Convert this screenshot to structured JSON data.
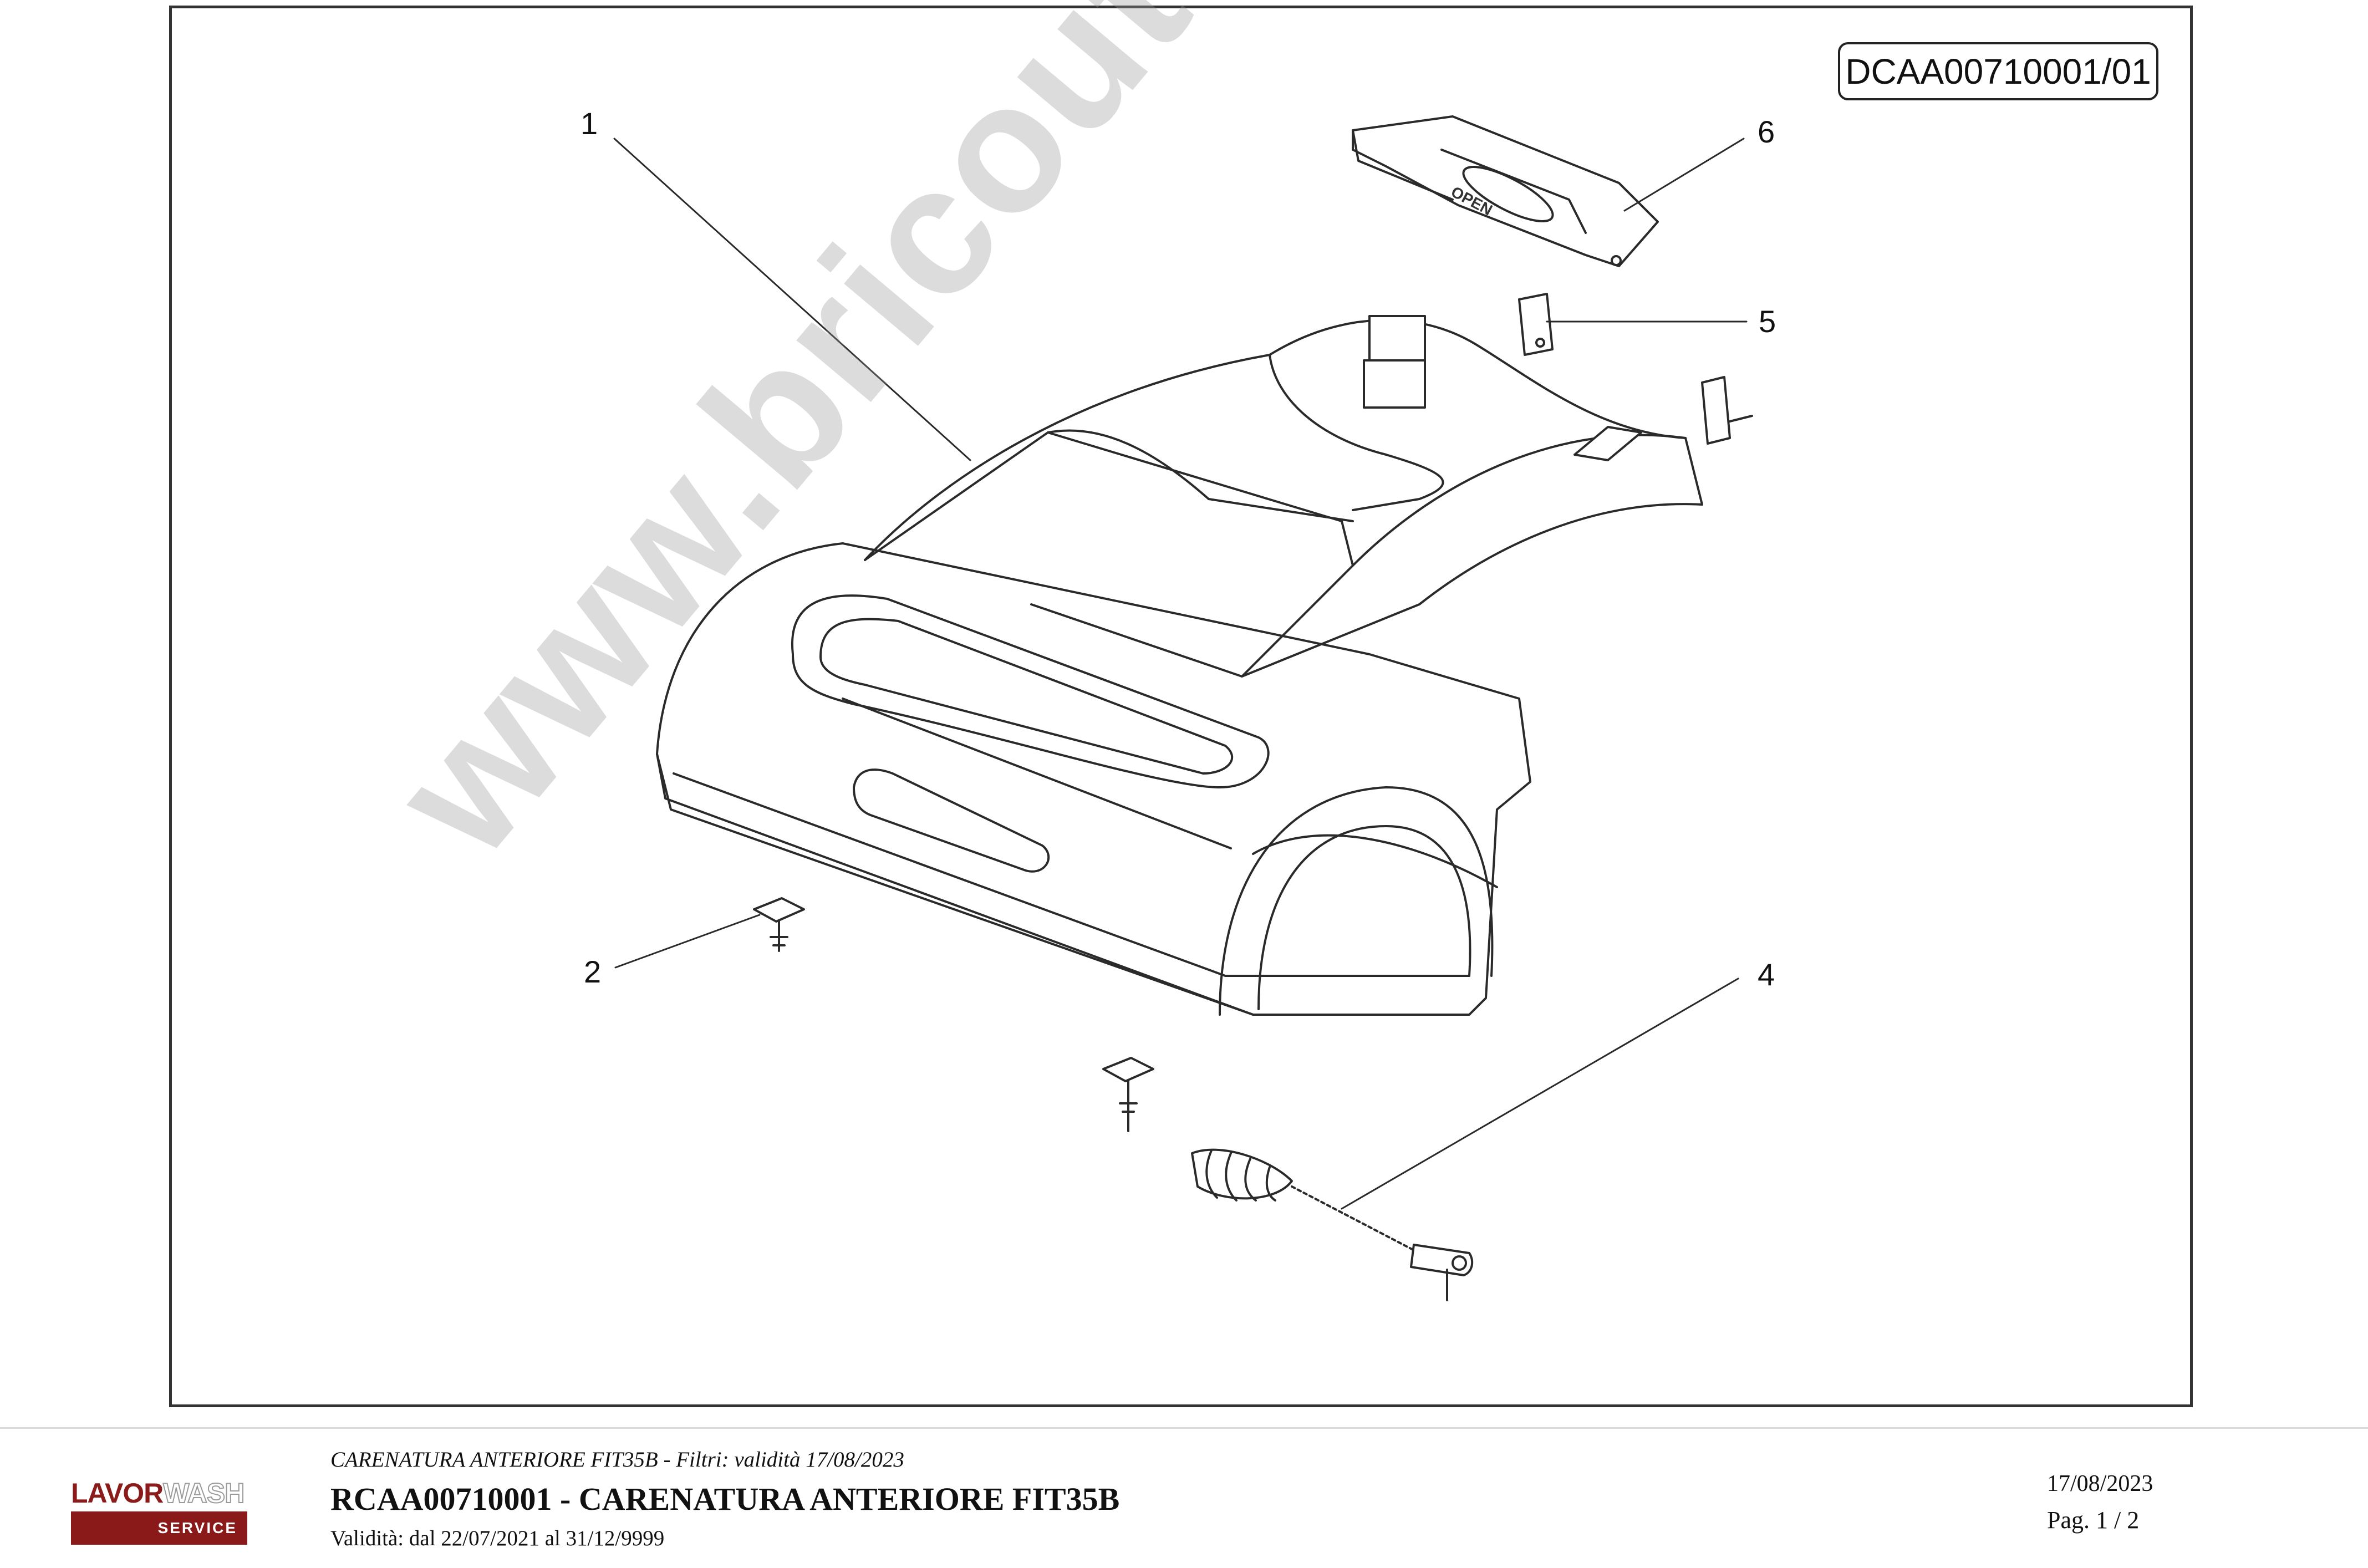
{
  "drawing": {
    "code": "DCAA00710001/01",
    "callouts": [
      "1",
      "2",
      "4",
      "5",
      "6"
    ],
    "handle_text": "OPEN",
    "watermark": "www.bricoutensili.com"
  },
  "footer": {
    "logo": {
      "brand_left": "LAVOR",
      "brand_right": "WASH",
      "tag": "SERVICE"
    },
    "subtitle": "CARENATURA ANTERIORE FIT35B - Filtri: validità 17/08/2023",
    "title": "RCAA00710001 - CARENATURA ANTERIORE FIT35B",
    "validity": "Validità: dal 22/07/2021 al 31/12/9999",
    "date": "17/08/2023",
    "page": "Pag. 1 / 2"
  }
}
